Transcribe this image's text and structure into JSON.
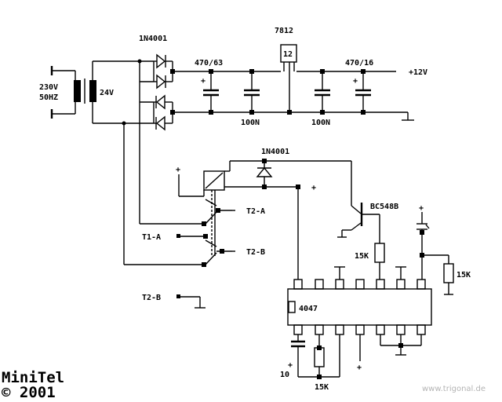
{
  "labels": {
    "diode_bridge": "1N4001",
    "regulator": "7812",
    "regulator_pin": "12",
    "cap_main": "470/63",
    "cap_out": "470/16",
    "vout": "+12V",
    "mains_voltage": "230V",
    "mains_freq": "50HZ",
    "secondary": "24V",
    "cap_100n_a": "100N",
    "cap_100n_b": "100N",
    "diode_relay": "1N4001",
    "transistor": "BC548B",
    "t2a": "T2-A",
    "t1a": "T1-A",
    "t2b": "T2-B",
    "t2b_left": "T2-B",
    "r_base": "15K",
    "r_right": "15K",
    "r_bottom": "15K",
    "ic": "4047",
    "cap_timing": "10",
    "plus": "+"
  },
  "branding": {
    "title": "MiniTel",
    "copyright": "© 2001",
    "watermark": "www.trigonal.de"
  }
}
